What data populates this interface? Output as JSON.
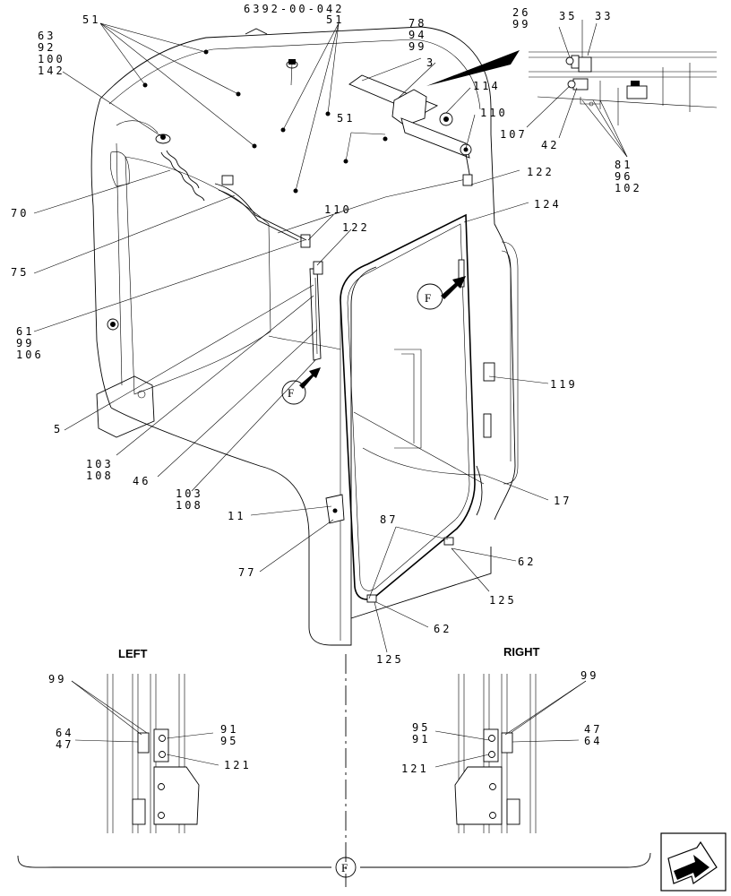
{
  "title_ref": "6392-00-042",
  "views": {
    "left": "LEFT",
    "right": "RIGHT"
  },
  "detail_marker": "F",
  "callouts": [
    {
      "id": "c-51a",
      "lines": [
        "51"
      ]
    },
    {
      "id": "c-63",
      "lines": [
        "63",
        "92",
        "100",
        "142"
      ]
    },
    {
      "id": "c-70",
      "lines": [
        "70"
      ]
    },
    {
      "id": "c-75",
      "lines": [
        "75"
      ]
    },
    {
      "id": "c-61",
      "lines": [
        "61",
        "99",
        "106"
      ]
    },
    {
      "id": "c-5",
      "lines": [
        "5"
      ]
    },
    {
      "id": "c-103a",
      "lines": [
        "103",
        "108"
      ]
    },
    {
      "id": "c-46",
      "lines": [
        "46"
      ]
    },
    {
      "id": "c-103b",
      "lines": [
        "103",
        "108"
      ]
    },
    {
      "id": "c-11",
      "lines": [
        "11"
      ]
    },
    {
      "id": "c-77",
      "lines": [
        "77"
      ]
    },
    {
      "id": "c-51b",
      "lines": [
        "51"
      ]
    },
    {
      "id": "c-51c",
      "lines": [
        "51"
      ]
    },
    {
      "id": "c-78",
      "lines": [
        "78",
        "94",
        "99"
      ]
    },
    {
      "id": "c-3",
      "lines": [
        "3"
      ]
    },
    {
      "id": "c-114",
      "lines": [
        "114"
      ]
    },
    {
      "id": "c-110a",
      "lines": [
        "110"
      ]
    },
    {
      "id": "c-110b",
      "lines": [
        "110"
      ]
    },
    {
      "id": "c-122a",
      "lines": [
        "122"
      ]
    },
    {
      "id": "c-122b",
      "lines": [
        "122"
      ]
    },
    {
      "id": "c-124",
      "lines": [
        "124"
      ]
    },
    {
      "id": "c-119",
      "lines": [
        "119"
      ]
    },
    {
      "id": "c-17",
      "lines": [
        "17"
      ]
    },
    {
      "id": "c-87",
      "lines": [
        "87"
      ]
    },
    {
      "id": "c-62a",
      "lines": [
        "62"
      ]
    },
    {
      "id": "c-125a",
      "lines": [
        "125"
      ]
    },
    {
      "id": "c-62b",
      "lines": [
        "62"
      ]
    },
    {
      "id": "c-125b",
      "lines": [
        "125"
      ]
    },
    {
      "id": "c-26",
      "lines": [
        "26",
        "99"
      ]
    },
    {
      "id": "c-35",
      "lines": [
        "35"
      ]
    },
    {
      "id": "c-33",
      "lines": [
        "33"
      ]
    },
    {
      "id": "c-107",
      "lines": [
        "107"
      ]
    },
    {
      "id": "c-42",
      "lines": [
        "42"
      ]
    },
    {
      "id": "c-81",
      "lines": [
        "81",
        "96",
        "102"
      ]
    },
    {
      "id": "c-99l",
      "lines": [
        "99"
      ]
    },
    {
      "id": "c-64l",
      "lines": [
        "64",
        "47"
      ]
    },
    {
      "id": "c-91l",
      "lines": [
        "91",
        "95"
      ]
    },
    {
      "id": "c-121l",
      "lines": [
        "121"
      ]
    },
    {
      "id": "c-99r",
      "lines": [
        "99"
      ]
    },
    {
      "id": "c-95r",
      "lines": [
        "95",
        "91"
      ]
    },
    {
      "id": "c-47r",
      "lines": [
        "47",
        "64"
      ]
    },
    {
      "id": "c-121r",
      "lines": [
        "121"
      ]
    }
  ]
}
